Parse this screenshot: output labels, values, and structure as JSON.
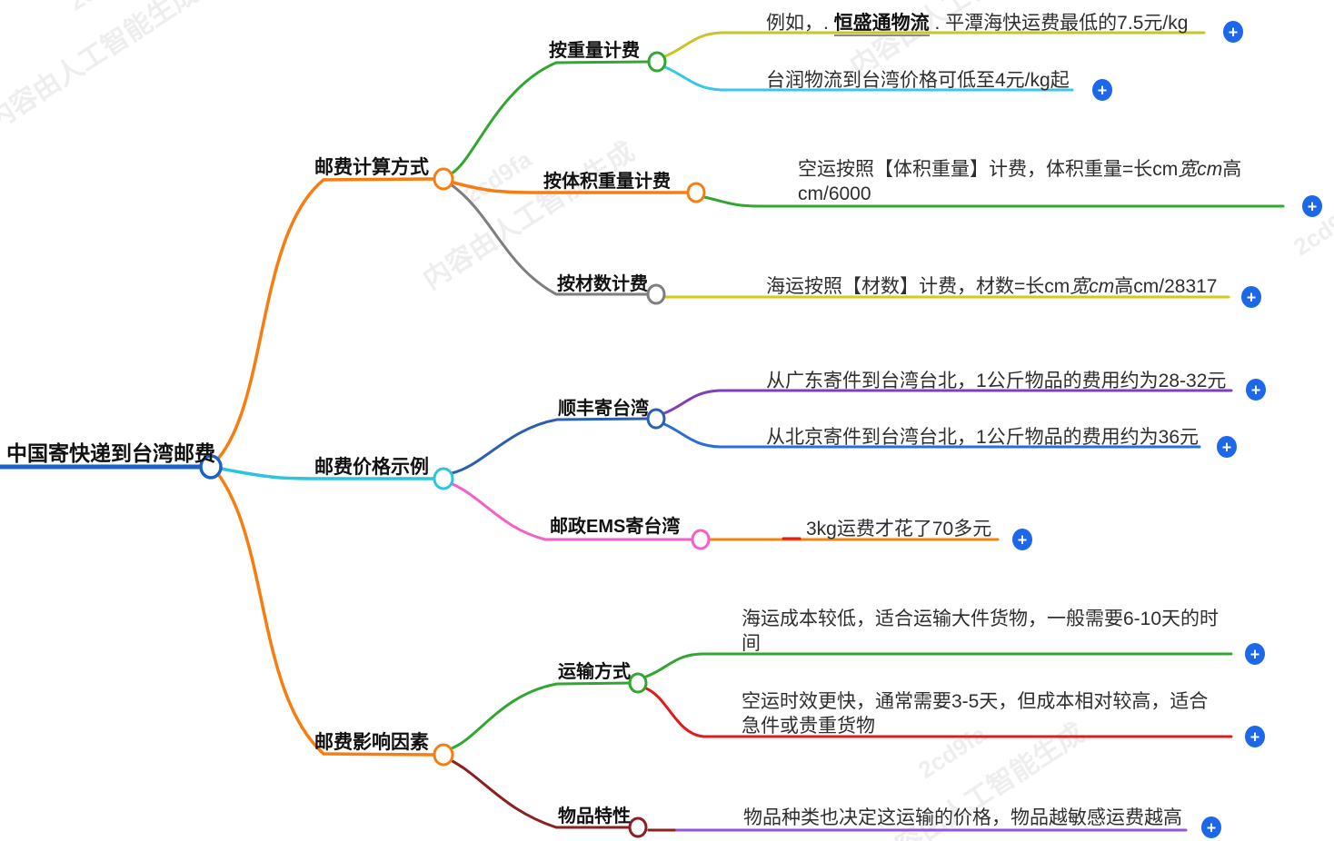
{
  "root": {
    "label": "中国寄快递到台湾邮费"
  },
  "branches": [
    {
      "label": "邮费计算方式",
      "children": [
        {
          "label": "按重量计费",
          "leaves": [
            {
              "prefix": "例如，. ",
              "brand": "恒盛通物流",
              "suffix": " . 平潭海快运费最低的7.5元/kg"
            },
            {
              "text": "台润物流到台湾价格可低至4元/kg起"
            }
          ]
        },
        {
          "label": "按体积重量计费",
          "leaves": [
            {
              "part1": "空运按照【体积重量】计费，体积重量=长cm",
              "italic": "宽cm",
              "part2": "高cm/6000"
            }
          ]
        },
        {
          "label": "按材数计费",
          "leaves": [
            {
              "part1": "海运按照【材数】计费，材数=长cm",
              "italic": "宽cm",
              "part2": "高cm/28317"
            }
          ]
        }
      ]
    },
    {
      "label": "邮费价格示例",
      "children": [
        {
          "label": "顺丰寄台湾",
          "leaves": [
            {
              "text": "从广东寄件到台湾台北，1公斤物品的费用约为28-32元"
            },
            {
              "text": "从北京寄件到台湾台北，1公斤物品的费用约为36元"
            }
          ]
        },
        {
          "label": "邮政EMS寄台湾",
          "leaves": [
            {
              "text": "3kg运费才花了70多元"
            }
          ]
        }
      ]
    },
    {
      "label": "邮费影响因素",
      "children": [
        {
          "label": "运输方式",
          "leaves": [
            {
              "text": "海运成本较低，适合运输大件货物，一般需要6-10天的时间"
            },
            {
              "text": "空运时效更快，通常需要3-5天，但成本相对较高，适合急件或贵重货物"
            }
          ]
        },
        {
          "label": "物品特性",
          "leaves": [
            {
              "text": "物品种类也决定这运输的价格，物品越敏感运费越高"
            }
          ]
        }
      ]
    }
  ],
  "icons": {
    "plus": "+"
  },
  "watermark": {
    "code": "2cd9fa",
    "text": "内容由人工智能生成"
  },
  "colors": {
    "root_blue": "#1a62c8",
    "orange": "#f87d10",
    "cyan": "#2cc5dc",
    "green": "#30a730",
    "yellow": "#c6c626",
    "sky": "#35c8e8",
    "gray": "#7e7e7e",
    "gold": "#d7c916",
    "navy": "#2c5fb0",
    "purple": "#7d3ec0",
    "blue": "#2a6ed4",
    "pink": "#f45fc8",
    "orange_leaf": "#f5820a",
    "red": "#de1c1c",
    "dark_red": "#8c2020",
    "violet": "#9254dc",
    "plus_blue": "#1c68e8"
  }
}
